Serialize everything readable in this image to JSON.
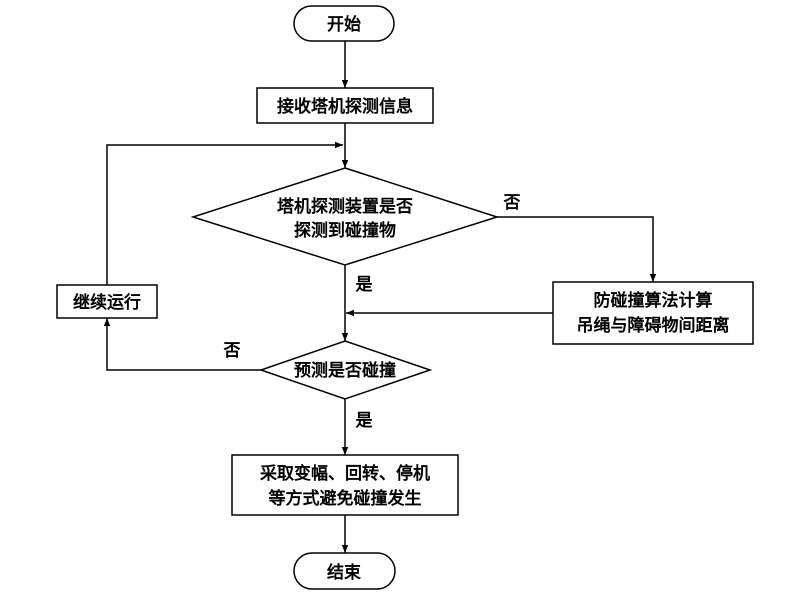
{
  "nodes": {
    "start": {
      "line1": "开始"
    },
    "receive": {
      "line1": "接收塔机探测信息"
    },
    "detect": {
      "line1": "塔机探测装置是否",
      "line2": "探测到碰撞物"
    },
    "compute": {
      "line1": "防碰撞算法计算",
      "line2": "吊绳与障碍物间距离"
    },
    "continue": {
      "line1": "继续运行"
    },
    "predict": {
      "line1": "预测是否碰撞"
    },
    "avoid": {
      "line1": "采取变幅、回转、停机",
      "line2": "等方式避免碰撞发生"
    },
    "end": {
      "line1": "结束"
    }
  },
  "edge_labels": {
    "detect_no": "否",
    "detect_yes": "是",
    "predict_no": "否",
    "predict_yes": "是"
  },
  "colors": {
    "stroke": "#000000",
    "fill": "#ffffff",
    "text": "#000000"
  }
}
